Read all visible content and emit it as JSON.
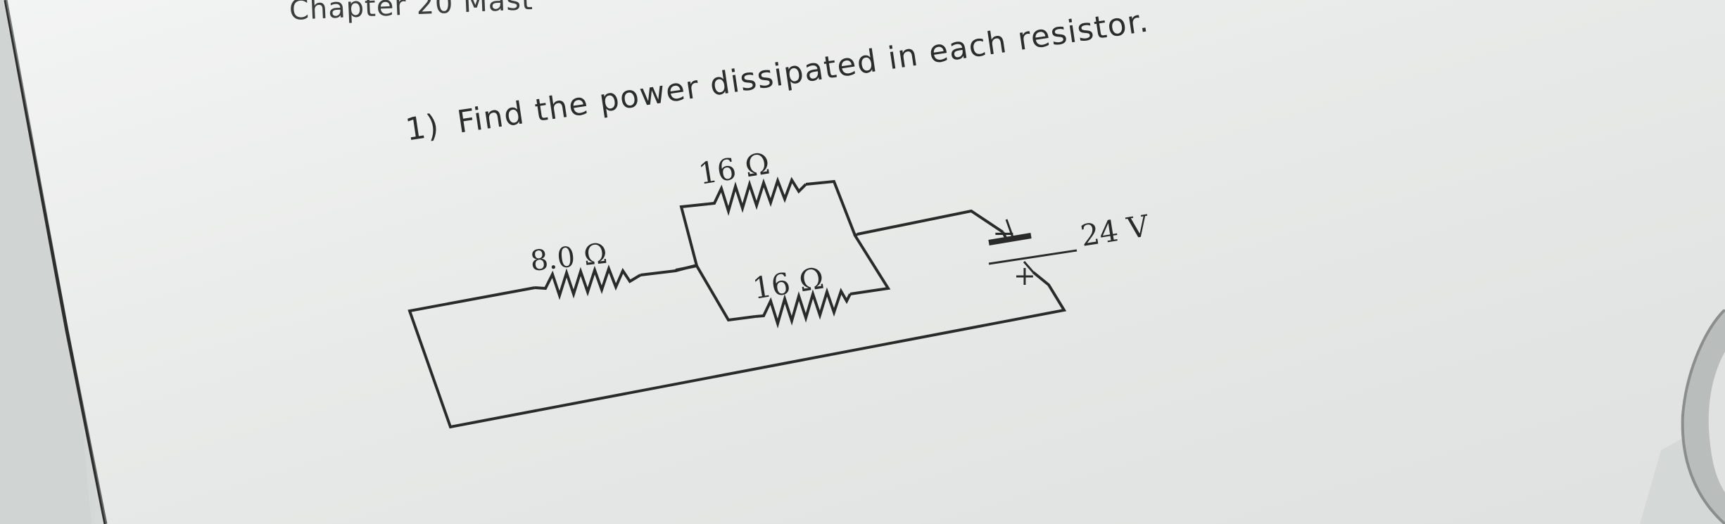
{
  "page": {
    "chapter_heading": "Chapter 20 Mast",
    "question_number": "1)",
    "question_text": "Find the power dissipated in each resistor."
  },
  "circuit": {
    "resistor_series_label": "8.0 Ω",
    "resistor_parallel_top_label": "16 Ω",
    "resistor_parallel_bottom_label": "16 Ω",
    "battery_voltage_label": "24 V",
    "battery_negative_sign": "−",
    "battery_positive_sign": "+"
  },
  "colors": {
    "paper": "#eceeed",
    "ink": "#2a2a2a",
    "background": "#d4d8d6"
  }
}
